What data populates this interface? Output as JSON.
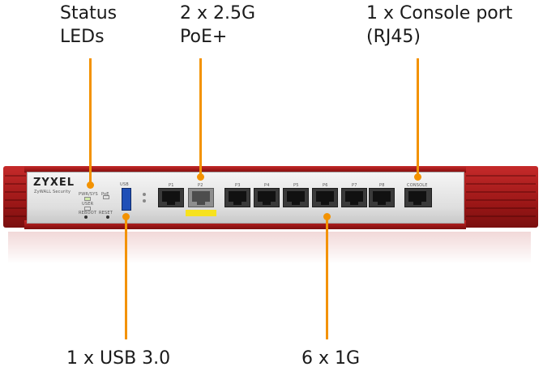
{
  "callouts": {
    "status_leds": "Status\nLEDs",
    "poe_ports": "2 x 2.5G\nPoE+",
    "console_port": "1 x Console port\n(RJ45)",
    "usb": "1 x USB 3.0",
    "gig_ports": "6 x 1G"
  },
  "device": {
    "brand": "ZYXEL",
    "model": "ZyWALL Security",
    "led_labels": {
      "pwr_sys": "PWR/SYS",
      "poe": "PoE",
      "user": "USER"
    },
    "button_labels": {
      "reboot": "REBOOT",
      "reset": "RESET"
    },
    "usb_label": "USB",
    "port_labels": [
      "P1",
      "P2",
      "P3",
      "P4",
      "P5",
      "P6",
      "P7",
      "P8"
    ],
    "console_label": "CONSOLE"
  },
  "colors": {
    "leader": "#f39200",
    "chassis": "#b21f1f",
    "poe_marker": "#f7e21f",
    "usb_port": "#1f4fb7"
  }
}
